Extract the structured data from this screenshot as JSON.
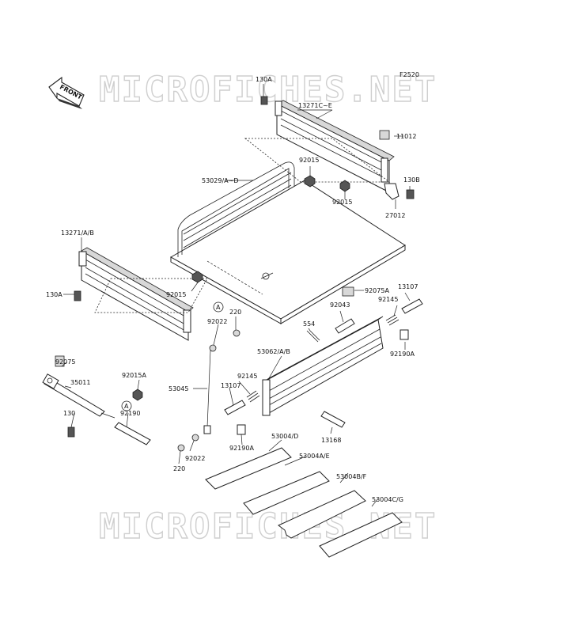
{
  "watermark": "MICROFICHES.NET",
  "figure_code": "F2520",
  "front_arrow_label": "FRONT",
  "callouts": {
    "c130a_top": "130A",
    "c13271c_e": "13271C~E",
    "c11012": "11012",
    "c92015_a": "92015",
    "c92015_b": "92015",
    "c130b": "130B",
    "c27012": "27012",
    "c53029": "53029/A~D",
    "c13271ab": "13271/A/B",
    "c130a_left": "130A",
    "c92015_c": "92015",
    "c92075a": "92075A",
    "c13107_a": "13107",
    "c92043": "92043",
    "c92145_a": "92145",
    "c554": "554",
    "c220_a": "220",
    "c92022_a": "92022",
    "c53062": "53062/A/B",
    "c92190a_a": "92190A",
    "c92075": "92075",
    "c92015a": "92015A",
    "c35011": "35011",
    "c53045": "53045",
    "c92145_b": "92145",
    "c13107_b": "13107",
    "c130": "130",
    "c92190": "92190",
    "c13168": "13168",
    "c92190a_b": "92190A",
    "c53004d": "53004/D",
    "c53004ae": "53004A/E",
    "c53004bf": "53004B/F",
    "c53004cg": "53004C/G",
    "c92022_b": "92022",
    "c220_b": "220",
    "ref_a_1": "A",
    "ref_a_2": "A"
  }
}
